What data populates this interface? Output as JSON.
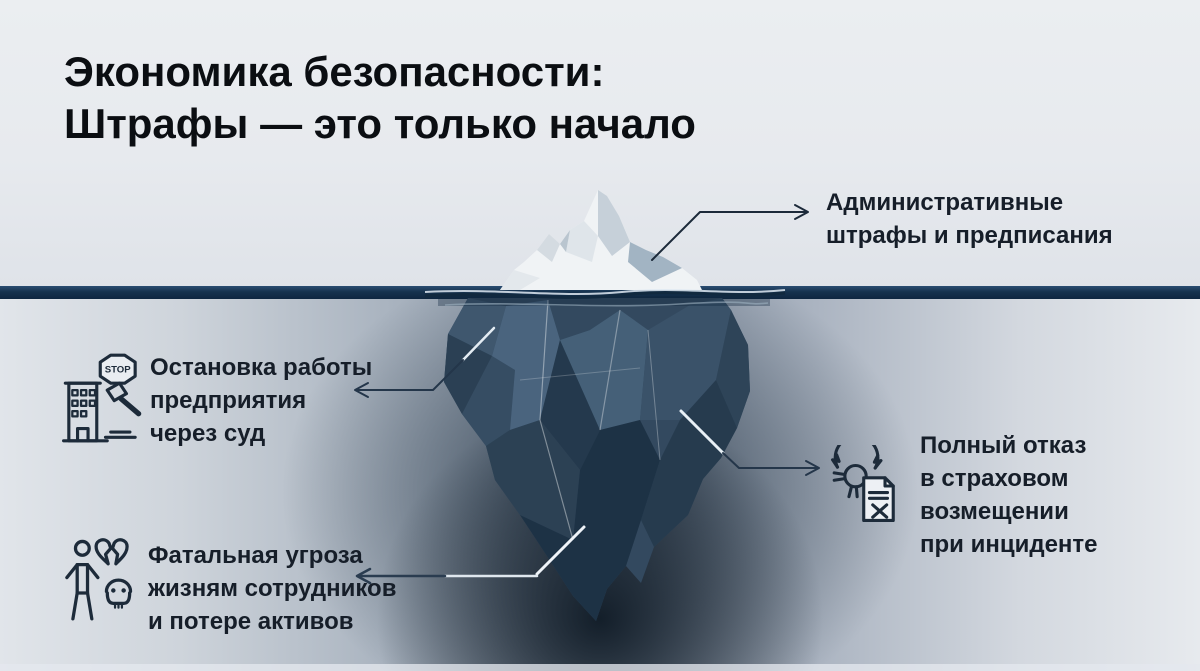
{
  "title": {
    "line1": "Экономика безопасности:",
    "line2": "Штрафы — это только начало"
  },
  "callouts": {
    "admin_fines": {
      "lines": [
        "Административные",
        "штрафы и предписания"
      ]
    },
    "business_shutdown": {
      "icon": "building-stop-gavel-icon",
      "lines": [
        "Остановка работы",
        "предприятия",
        "через суд"
      ]
    },
    "insurance_denial": {
      "icon": "broken-lifering-document-icon",
      "lines": [
        "Полный отказ",
        "в страховом",
        "возмещении",
        "при инциденте"
      ]
    },
    "fatal_threat": {
      "icon": "person-broken-heart-skull-icon",
      "lines": [
        "Фатальная угроза",
        "жизням сотрудников",
        "и потере активов"
      ]
    }
  },
  "icon_labels": {
    "stop_sign_text": "STOP"
  },
  "colors": {
    "background_light": "#e8ebef",
    "waterline_navy": "#16324e",
    "deep_water": "#1d3245",
    "iceberg_above_water": "#f0f3f5",
    "iceberg_below_water": "#33495f",
    "title_text": "#0b0e12",
    "callout_text": "#161e29",
    "icon_stroke": "#1d2b3a",
    "callout_line_dark": "#24364a",
    "callout_line_light": "#e8f0f6"
  }
}
